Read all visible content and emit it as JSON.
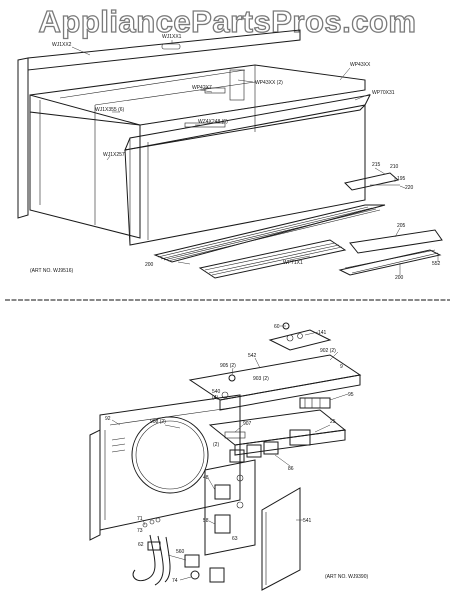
{
  "watermark": "AppliancePartsPros.com",
  "top_diagram": {
    "art_no": "(ART NO. WJ9516)",
    "labels": [
      {
        "id": "wj1xx",
        "text": "WJ1XX1"
      },
      {
        "id": "wj1xx2",
        "text": "WJ1XX2"
      },
      {
        "id": "wp43xx",
        "text": "WP43XX"
      },
      {
        "id": "wp43xx2",
        "text": "WP43XX (2)"
      },
      {
        "id": "wp70x31",
        "text": "WP70X31"
      },
      {
        "id": "wp42x7",
        "text": "WP42X7"
      },
      {
        "id": "wj1x355",
        "text": "WJ1X355 (6)"
      },
      {
        "id": "wz4x248",
        "text": "WZ4X248 (6)"
      },
      {
        "id": "wj1x257",
        "text": "WJ1X257"
      },
      {
        "id": "n215",
        "text": "215"
      },
      {
        "id": "n210",
        "text": "210"
      },
      {
        "id": "n195",
        "text": "195"
      },
      {
        "id": "n220",
        "text": "220"
      },
      {
        "id": "n205",
        "text": "205"
      },
      {
        "id": "n552",
        "text": "552"
      },
      {
        "id": "n200",
        "text": "200"
      },
      {
        "id": "wp71x1",
        "text": "WP71X1"
      },
      {
        "id": "n200b",
        "text": "200"
      }
    ]
  },
  "bottom_diagram": {
    "art_no": "(ART NO. WJ9390)",
    "labels": [
      {
        "id": "n60",
        "text": "60"
      },
      {
        "id": "n141",
        "text": "141"
      },
      {
        "id": "n542",
        "text": "542"
      },
      {
        "id": "n905",
        "text": "905 (2)"
      },
      {
        "id": "n903",
        "text": "903 (2)"
      },
      {
        "id": "n902",
        "text": "902 (2)"
      },
      {
        "id": "n540",
        "text": "540"
      },
      {
        "id": "n4",
        "text": "(4)"
      },
      {
        "id": "n9",
        "text": "9"
      },
      {
        "id": "n95",
        "text": "95"
      },
      {
        "id": "n92",
        "text": "92"
      },
      {
        "id": "n908",
        "text": "908 (2)"
      },
      {
        "id": "n907",
        "text": "907"
      },
      {
        "id": "n2",
        "text": "(2)"
      },
      {
        "id": "n25",
        "text": "25"
      },
      {
        "id": "n86",
        "text": "86"
      },
      {
        "id": "n48",
        "text": "48"
      },
      {
        "id": "n58",
        "text": "58"
      },
      {
        "id": "n71",
        "text": "71"
      },
      {
        "id": "n73",
        "text": "73"
      },
      {
        "id": "n62",
        "text": "62"
      },
      {
        "id": "n63",
        "text": "63"
      },
      {
        "id": "n560",
        "text": "560"
      },
      {
        "id": "n74",
        "text": "74"
      },
      {
        "id": "n541",
        "text": "541"
      }
    ]
  }
}
